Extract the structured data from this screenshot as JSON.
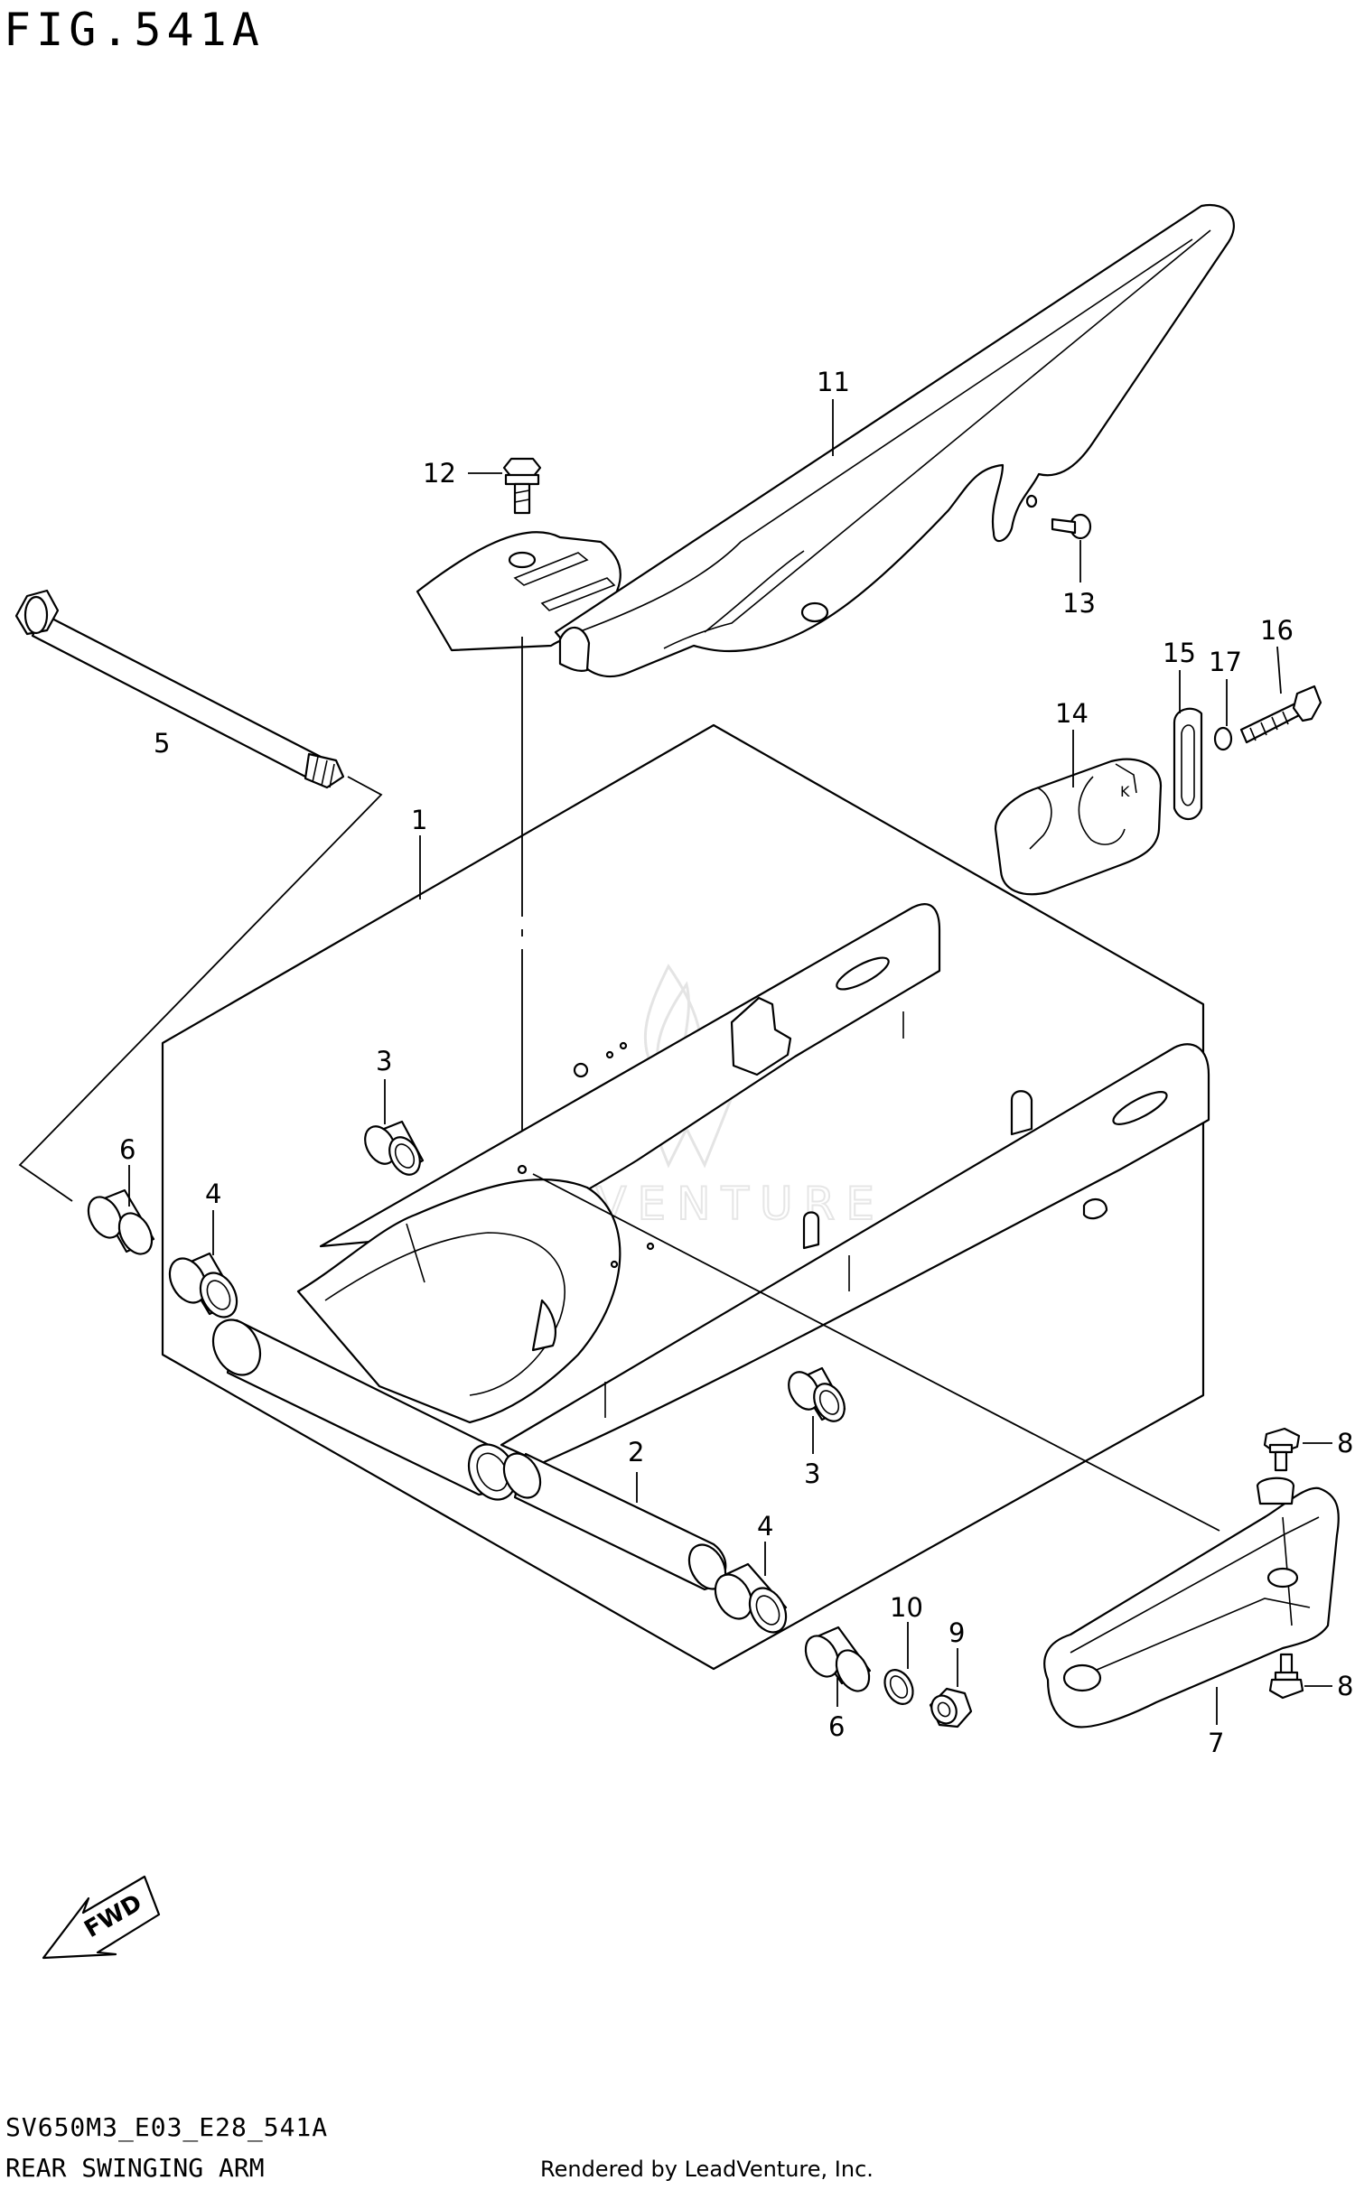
{
  "figure": {
    "title": "FIG.541A",
    "model_code": "SV650M3_E03_E28_541A",
    "section_title": "REAR SWINGING ARM",
    "credit": "Rendered by LeadVenture, Inc.",
    "watermark": "LEADVENTURE",
    "fwd_label": "FWD"
  },
  "callouts": [
    {
      "id": "c1",
      "number": "1"
    },
    {
      "id": "c2",
      "number": "2"
    },
    {
      "id": "c3a",
      "number": "3"
    },
    {
      "id": "c3b",
      "number": "3"
    },
    {
      "id": "c4a",
      "number": "4"
    },
    {
      "id": "c4b",
      "number": "4"
    },
    {
      "id": "c5",
      "number": "5"
    },
    {
      "id": "c6a",
      "number": "6"
    },
    {
      "id": "c6b",
      "number": "6"
    },
    {
      "id": "c7",
      "number": "7"
    },
    {
      "id": "c8a",
      "number": "8"
    },
    {
      "id": "c8b",
      "number": "8"
    },
    {
      "id": "c9",
      "number": "9"
    },
    {
      "id": "c10",
      "number": "10"
    },
    {
      "id": "c11",
      "number": "11"
    },
    {
      "id": "c12",
      "number": "12"
    },
    {
      "id": "c13",
      "number": "13"
    },
    {
      "id": "c14",
      "number": "14"
    },
    {
      "id": "c15",
      "number": "15"
    },
    {
      "id": "c16",
      "number": "16"
    },
    {
      "id": "c17",
      "number": "17"
    }
  ]
}
